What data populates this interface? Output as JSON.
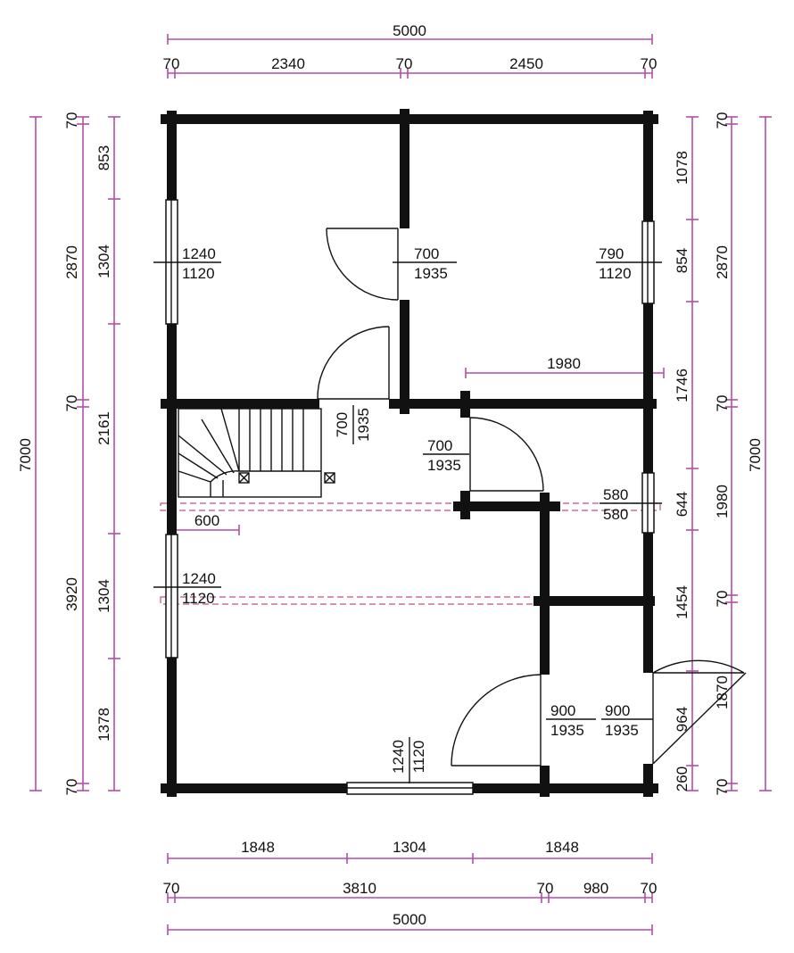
{
  "dimensions": {
    "top_total": "5000",
    "top_segments": [
      "70",
      "2340",
      "70",
      "2450",
      "70"
    ],
    "bottom_segments_1": [
      "1848",
      "1304",
      "1848"
    ],
    "bottom_segments_2": [
      "70",
      "3810",
      "70",
      "980",
      "70"
    ],
    "bottom_total": "5000",
    "left_outer_total": "7000",
    "left_middle": [
      "70",
      "2870",
      "70",
      "3920",
      "70"
    ],
    "left_inner": [
      "853",
      "1304",
      "2161",
      "1304",
      "1378"
    ],
    "right_outer_total": "7000",
    "right_middle": [
      "70",
      "2870",
      "70",
      "1980",
      "70",
      "1870",
      "70"
    ],
    "right_inner": [
      "1078",
      "854",
      "1746",
      "644",
      "1454",
      "964",
      "260"
    ],
    "interior_1980": "1980",
    "interior_600": "600"
  },
  "openings": {
    "win_left_top": {
      "width": "1240",
      "height": "1120"
    },
    "door_upper_center": {
      "width": "700",
      "height": "1935"
    },
    "win_right_top": {
      "width": "790",
      "height": "1120"
    },
    "door_stair": {
      "width": "700",
      "height": "1935"
    },
    "door_bath": {
      "width": "700",
      "height": "1935"
    },
    "win_right_mid": {
      "width": "580",
      "height": "580"
    },
    "win_left_bottom": {
      "width": "1240",
      "height": "1120"
    },
    "door_inner_lower": {
      "width": "900",
      "height": "1935"
    },
    "door_entry": {
      "width": "900",
      "height": "1935"
    },
    "win_bottom": {
      "width": "1240",
      "height": "1120"
    }
  }
}
